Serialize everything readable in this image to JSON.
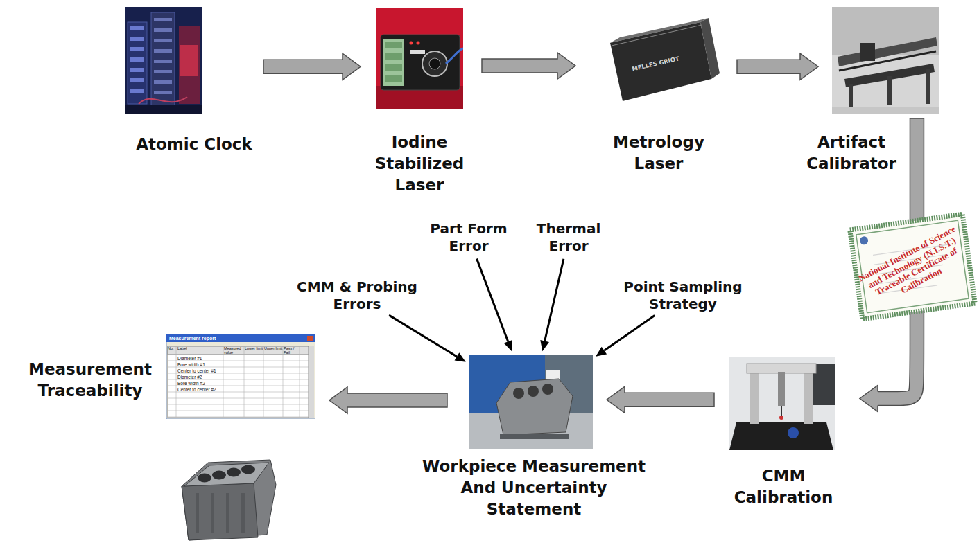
{
  "diagram": {
    "nodes": [
      {
        "text": [
          "Atomic Clock"
        ]
      },
      {
        "text": [
          "Iodine Stabilized Laser"
        ]
      },
      {
        "text": [
          "Metrology Laser"
        ]
      },
      {
        "text": [
          "Artifact Calibrator"
        ]
      },
      {
        "text": [
          "Part Form Error"
        ]
      },
      {
        "text": [
          "Thermal Error"
        ]
      },
      {
        "text": [
          "CMM & Probing Errors"
        ]
      },
      {
        "text": [
          "Point Sampling Strategy"
        ]
      },
      {
        "text": [
          "Measurement Traceability"
        ]
      },
      {
        "text": [
          "Workpiece Measurement And Uncertainty Statement"
        ]
      },
      {
        "text": [
          "CMM Calibration"
        ]
      }
    ],
    "edges": [
      {
        "from": 0,
        "to": 1,
        "arrow": "to"
      },
      {
        "from": 1,
        "to": 2,
        "arrow": "to"
      },
      {
        "from": 2,
        "to": 3,
        "arrow": "to"
      },
      {
        "from": 3,
        "to": 10,
        "arrow": "to"
      },
      {
        "from": 10,
        "to": 9,
        "arrow": "to"
      },
      {
        "from": 9,
        "to": 8,
        "arrow": "to"
      },
      {
        "from": 6,
        "to": 9,
        "arrow": "to"
      },
      {
        "from": 4,
        "to": 9,
        "arrow": "to"
      },
      {
        "from": 5,
        "to": 9,
        "arrow": "to"
      },
      {
        "from": 7,
        "to": 9,
        "arrow": "to"
      }
    ],
    "labels": [
      "MELLES GRIOT",
      "National Institute of Science and Technology (N.I.S.T.) Traceable Certificate of Calibration",
      "Measurement report",
      "No.",
      "Label",
      "Measured value",
      "Lower limit",
      "Upper limit",
      "Pass / Fail",
      "Diameter #1",
      "Bore width #1",
      "Center to center #1",
      "Diameter #2",
      "Bore width #2",
      "Center to center #2"
    ]
  }
}
